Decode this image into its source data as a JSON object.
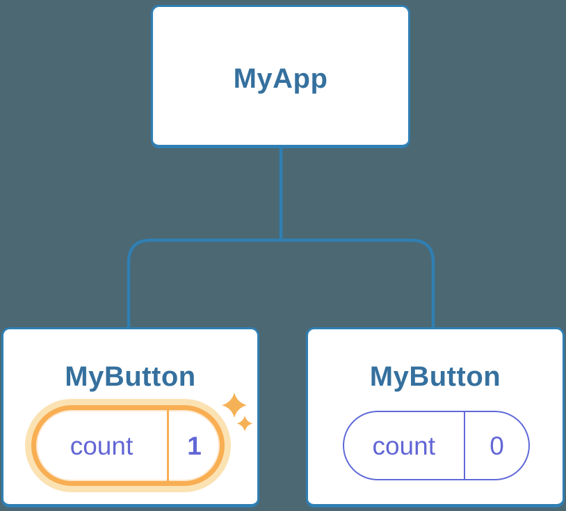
{
  "colors": {
    "background": "#4C6873",
    "line-blue": "#2F7FB3",
    "heading-blue": "#35709E",
    "purple": "#6266D5",
    "purple-border": "#5E68D8",
    "orange": "#F8AE52",
    "orange-halo": "#FBE2B3",
    "sparkle-orange": "#F5B156"
  },
  "tree": {
    "root": {
      "label": "MyApp"
    },
    "children": [
      {
        "label": "MyButton",
        "state": {
          "key": "count",
          "value": "1"
        },
        "highlighted": true
      },
      {
        "label": "MyButton",
        "state": {
          "key": "count",
          "value": "0"
        },
        "highlighted": false
      }
    ]
  },
  "icons": {
    "sparkle": "four-point-star"
  }
}
